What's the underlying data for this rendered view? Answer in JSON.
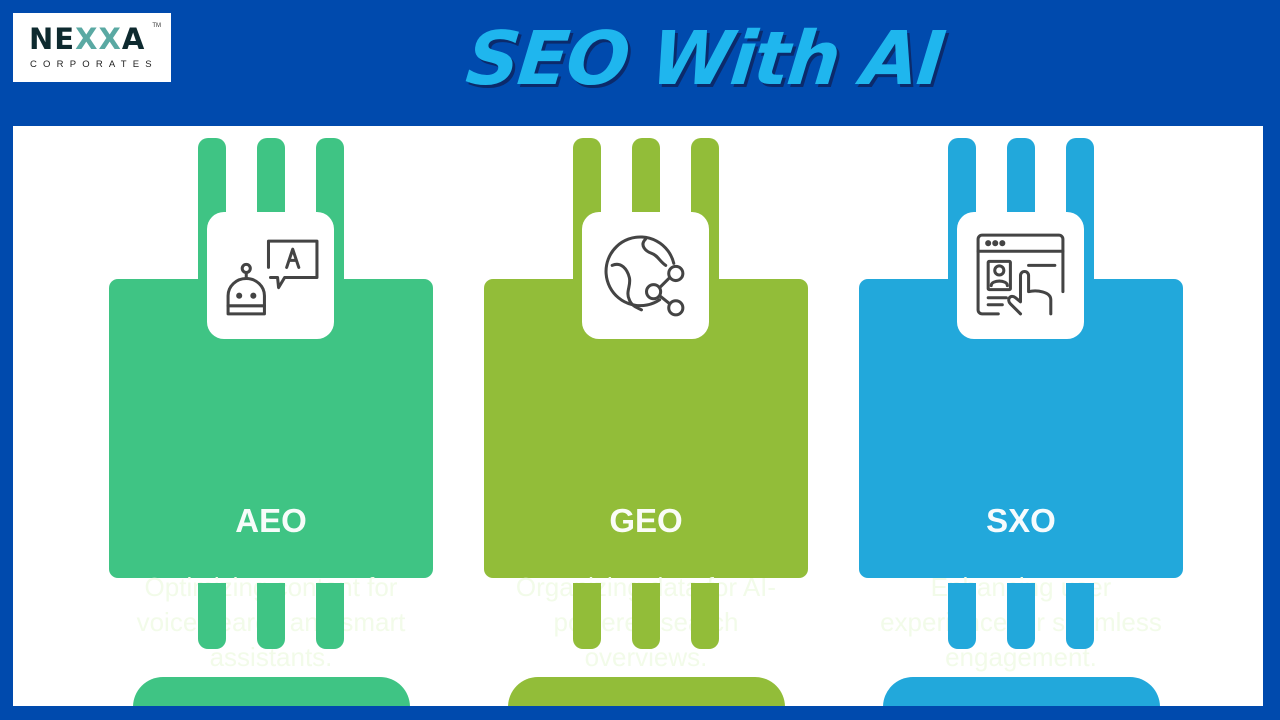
{
  "logo": {
    "word_left": "NE",
    "word_mid": "XX",
    "word_right": "A",
    "trademark": "TM",
    "subtitle": "CORPORATES"
  },
  "title": "SEO With AI",
  "colors": {
    "background": "#004aad",
    "title": "#1fb6ee",
    "aeo": "#3fc484",
    "geo": "#92bd39",
    "sxo": "#22a8db"
  },
  "cards": [
    {
      "key": "aeo",
      "icon": "robot-chat-icon",
      "title": "AEO",
      "description": "Optimizing content for voice search and smart assistants."
    },
    {
      "key": "geo",
      "icon": "globe-share-icon",
      "title": "GEO",
      "description": "Organizing data for AI-powered search overviews."
    },
    {
      "key": "sxo",
      "icon": "browser-touch-icon",
      "title": "SXO",
      "description": "Enhancing user experience for seamless engagement."
    }
  ]
}
